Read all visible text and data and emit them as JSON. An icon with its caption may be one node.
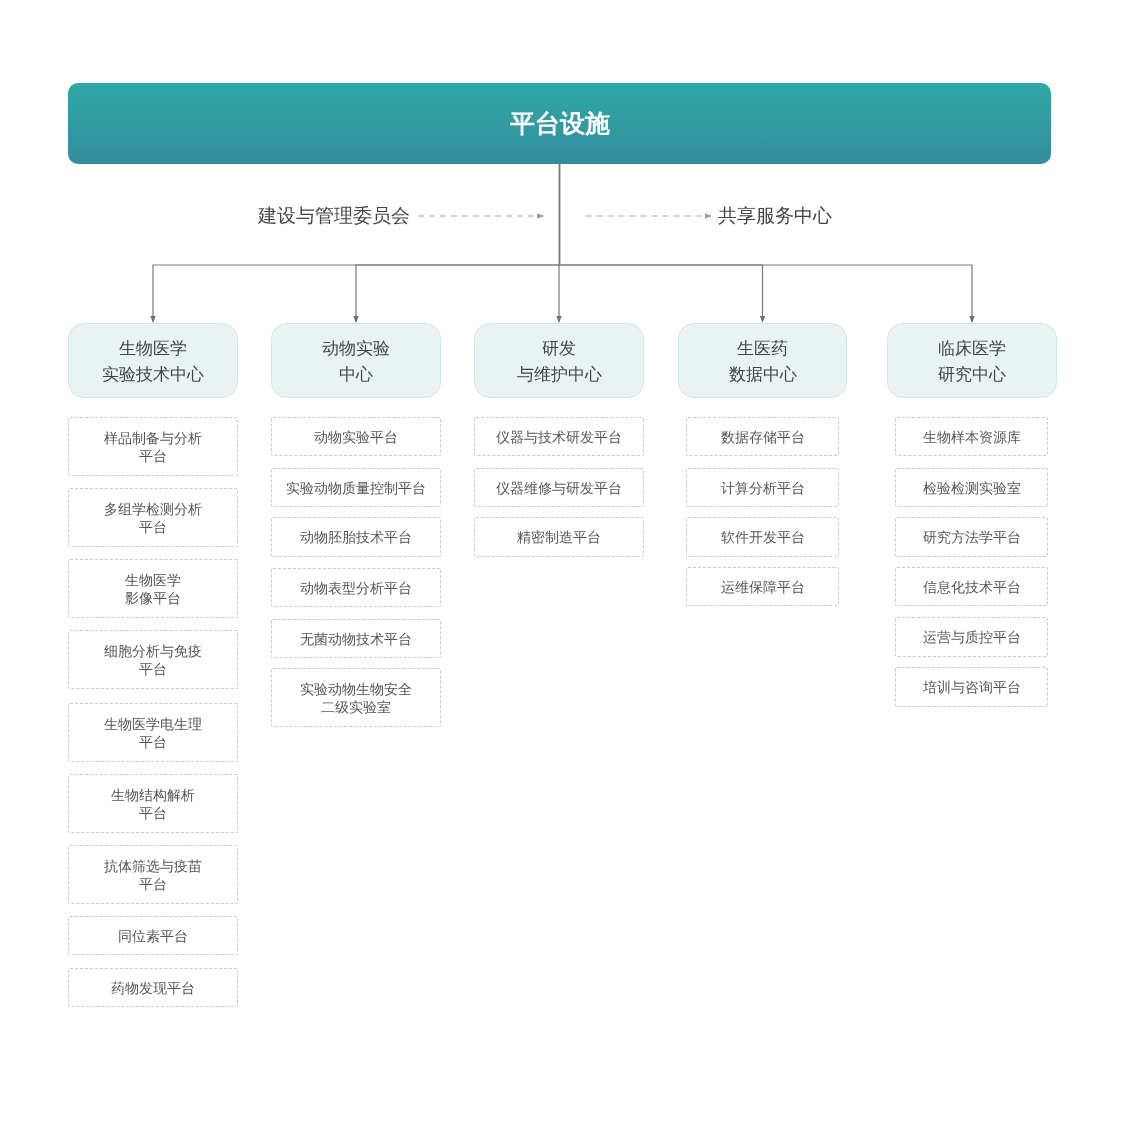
{
  "diagram": {
    "nodes": [
      {
        "text": [
          "平台设施"
        ]
      },
      {
        "text": [
          "建设与管理委员会"
        ]
      },
      {
        "text": [
          "共享服务中心"
        ]
      },
      {
        "text": [
          "生物医学实验技术中心"
        ]
      },
      {
        "text": [
          "动物实验中心"
        ]
      },
      {
        "text": [
          "研发与维护中心"
        ]
      },
      {
        "text": [
          "生医药数据中心"
        ]
      },
      {
        "text": [
          "临床医学研究中心"
        ]
      },
      {
        "text": [
          "样品制备与分析平台"
        ]
      },
      {
        "text": [
          "多组学检测分析平台"
        ]
      },
      {
        "text": [
          "生物医学影像平台"
        ]
      },
      {
        "text": [
          "细胞分析与免疫平台"
        ]
      },
      {
        "text": [
          "生物医学电生理平台"
        ]
      },
      {
        "text": [
          "生物结构解析平台"
        ]
      },
      {
        "text": [
          "抗体筛选与疫苗平台"
        ]
      },
      {
        "text": [
          "同位素平台"
        ]
      },
      {
        "text": [
          "药物发现平台"
        ]
      },
      {
        "text": [
          "动物实验平台"
        ]
      },
      {
        "text": [
          "实验动物质量控制平台"
        ]
      },
      {
        "text": [
          "动物胚胎技术平台"
        ]
      },
      {
        "text": [
          "动物表型分析平台"
        ]
      },
      {
        "text": [
          "无菌动物技术平台"
        ]
      },
      {
        "text": [
          "实验动物生物安全二级实验室"
        ]
      },
      {
        "text": [
          "仪器与技术研发平台"
        ]
      },
      {
        "text": [
          "仪器维修与研发平台"
        ]
      },
      {
        "text": [
          "精密制造平台"
        ]
      },
      {
        "text": [
          "数据存储平台"
        ]
      },
      {
        "text": [
          "计算分析平台"
        ]
      },
      {
        "text": [
          "软件开发平台"
        ]
      },
      {
        "text": [
          "运维保障平台"
        ]
      },
      {
        "text": [
          "生物样本资源库"
        ]
      },
      {
        "text": [
          "检验检测实验室"
        ]
      },
      {
        "text": [
          "研究方法学平台"
        ]
      },
      {
        "text": [
          "信息化技术平台"
        ]
      },
      {
        "text": [
          "运营与质控平台"
        ]
      },
      {
        "text": [
          "培训与咨询平台"
        ]
      }
    ],
    "edges": [
      {
        "from": 1,
        "to": null,
        "arrow": "to",
        "style": "dashed"
      },
      {
        "from": null,
        "to": 2,
        "arrow": "to",
        "style": "dashed"
      },
      {
        "from": 0,
        "to": 3,
        "arrow": "to"
      },
      {
        "from": 0,
        "to": 4,
        "arrow": "to"
      },
      {
        "from": 0,
        "to": 5,
        "arrow": "to"
      },
      {
        "from": 0,
        "to": 6,
        "arrow": "to"
      },
      {
        "from": 0,
        "to": 7,
        "arrow": "to"
      }
    ]
  }
}
